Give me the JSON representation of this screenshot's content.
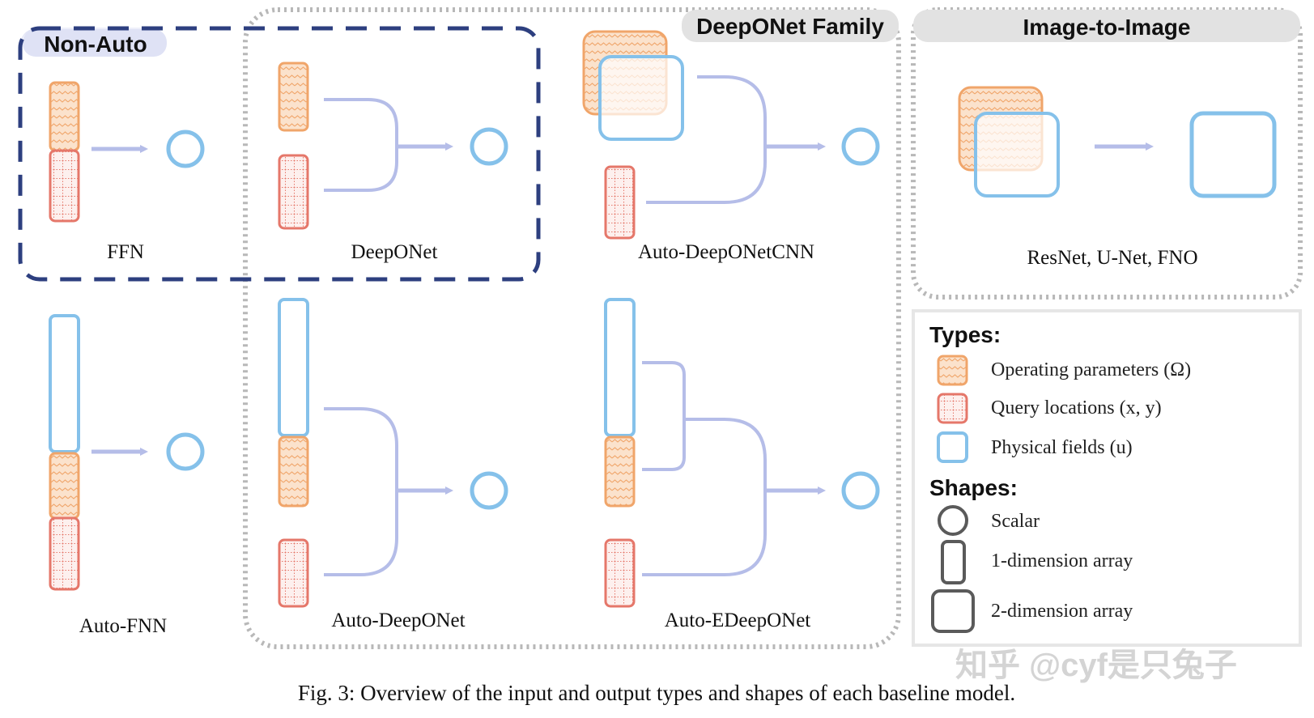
{
  "colors": {
    "orange": "#f0a56a",
    "orange_fill": "#fbe2cc",
    "red": "#e5776a",
    "red_fill": "#fbe5e2",
    "blue": "#85c1ea",
    "blue_fill": "#ffffff",
    "arrow": "#b5bde8",
    "non_auto_border": "#2d3f7f",
    "non_auto_tab": "#dfe2f5",
    "gray_border": "#b8b8b8",
    "gray_tab": "#e2e2e2",
    "legend_shape": "#5a5a5a"
  },
  "groups": {
    "non_auto": "Non-Auto",
    "deeponet_family": "DeepONet Family",
    "image_to_image": "Image-to-Image"
  },
  "models": {
    "ffn": "FFN",
    "deeponet": "DeepONet",
    "auto_deeponetcnn": "Auto-DeepONetCNN",
    "auto_fnn": "Auto-FNN",
    "auto_deeponet": "Auto-DeepONet",
    "auto_edeeponet": "Auto-EDeepONet",
    "image_models": "ResNet, U-Net, FNO"
  },
  "legend": {
    "types_title": "Types:",
    "types": [
      {
        "label": "Operating parameters (Ω)",
        "color": "orange",
        "icon": "wavy-square-icon"
      },
      {
        "label": "Query locations (x, y)",
        "color": "red",
        "icon": "dotted-grid-square-icon"
      },
      {
        "label": "Physical fields (u)",
        "color": "blue",
        "icon": "plain-square-icon"
      }
    ],
    "shapes_title": "Shapes:",
    "shapes": [
      {
        "label": "Scalar",
        "icon": "circle-icon"
      },
      {
        "label": "1-dimension array",
        "icon": "tall-rect-icon"
      },
      {
        "label": "2-dimension array",
        "icon": "square-icon"
      }
    ]
  },
  "watermark": "知乎 @cyf是只兔子",
  "caption": "Fig. 3: Overview of the input and output types and shapes of each baseline model."
}
